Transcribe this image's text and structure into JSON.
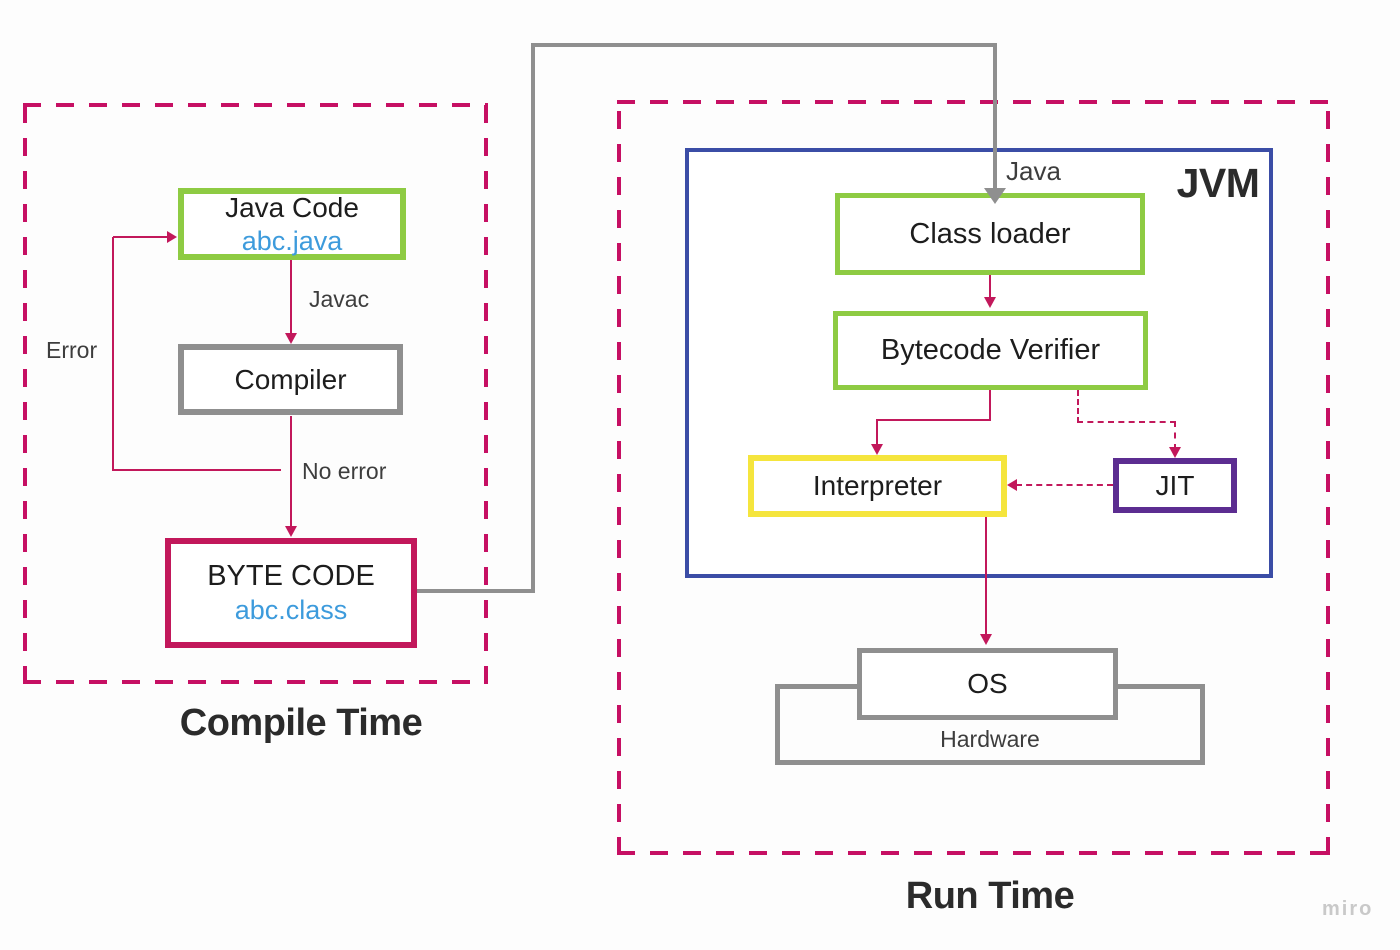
{
  "palette": {
    "crimson": "#c2185b",
    "dashed_border_pink": "#c60f63",
    "green": "#8ecb43",
    "blue": "#3b4da6",
    "yellow": "#f5e53d",
    "purple": "#5c2d91",
    "gray": "#8f8f8f",
    "file_text_blue": "#3d9bdc",
    "heading_dark": "#2b2b2b",
    "watermark_gray": "#c9c9c9"
  },
  "compile_section": {
    "title": "Compile Time",
    "java_code_box": {
      "title": "Java Code",
      "subtitle": "abc.java"
    },
    "compiler_box": {
      "title": "Compiler"
    },
    "byte_code_box": {
      "title": "BYTE CODE",
      "subtitle": "abc.class"
    },
    "labels": {
      "javac": "Javac",
      "error": "Error",
      "no_error": "No error"
    }
  },
  "run_section": {
    "title": "Run Time",
    "jvm_label": "JVM",
    "java_label": "Java",
    "class_loader_box": {
      "title": "Class loader"
    },
    "bytecode_verifier_box": {
      "title": "Bytecode Verifier"
    },
    "interpreter_box": {
      "title": "Interpreter"
    },
    "jit_box": {
      "title": "JIT"
    },
    "os_box": {
      "title": "OS"
    },
    "hardware_label": "Hardware"
  },
  "watermark": "miro"
}
